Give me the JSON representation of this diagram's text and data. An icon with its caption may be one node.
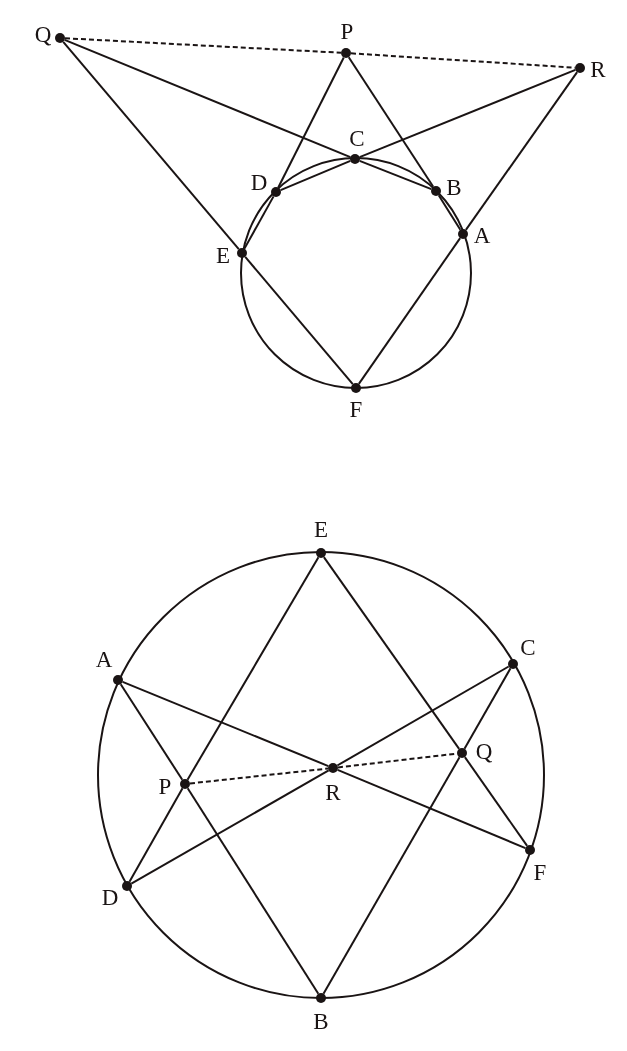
{
  "diagram": {
    "nodes": [
      {
        "text": [
          "Q"
        ]
      },
      {
        "text": [
          "P"
        ]
      },
      {
        "text": [
          "R"
        ]
      },
      {
        "text": [
          "C"
        ]
      },
      {
        "text": [
          "D"
        ]
      },
      {
        "text": [
          "B"
        ]
      },
      {
        "text": [
          "E"
        ]
      },
      {
        "text": [
          "A"
        ]
      },
      {
        "text": [
          "F"
        ]
      },
      {
        "text": [
          "E"
        ]
      },
      {
        "text": [
          "A"
        ]
      },
      {
        "text": [
          "C"
        ]
      },
      {
        "text": [
          "P"
        ]
      },
      {
        "text": [
          "R"
        ]
      },
      {
        "text": [
          "Q"
        ]
      },
      {
        "text": [
          "D"
        ]
      },
      {
        "text": [
          "F"
        ]
      },
      {
        "text": [
          "B"
        ]
      }
    ],
    "edges": [
      {
        "from": 0,
        "to": 1,
        "arrow": "none",
        "style": "dashed"
      },
      {
        "from": 1,
        "to": 2,
        "arrow": "none",
        "style": "dashed"
      },
      {
        "from": 0,
        "to": 3,
        "arrow": "none"
      },
      {
        "from": 3,
        "to": 5,
        "arrow": "none"
      },
      {
        "from": 1,
        "to": 4,
        "arrow": "none"
      },
      {
        "from": 4,
        "to": 6,
        "arrow": "none"
      },
      {
        "from": 1,
        "to": 5,
        "arrow": "none"
      },
      {
        "from": 5,
        "to": 7,
        "arrow": "none"
      },
      {
        "from": 2,
        "to": 3,
        "arrow": "none"
      },
      {
        "from": 3,
        "to": 4,
        "arrow": "none"
      },
      {
        "from": 2,
        "to": 7,
        "arrow": "none"
      },
      {
        "from": 7,
        "to": 8,
        "arrow": "none"
      },
      {
        "from": 0,
        "to": 6,
        "arrow": "none"
      },
      {
        "from": 6,
        "to": 8,
        "arrow": "none"
      },
      {
        "from": 9,
        "to": 12,
        "arrow": "none"
      },
      {
        "from": 12,
        "to": 15,
        "arrow": "none"
      },
      {
        "from": 9,
        "to": 14,
        "arrow": "none"
      },
      {
        "from": 14,
        "to": 16,
        "arrow": "none"
      },
      {
        "from": 10,
        "to": 13,
        "arrow": "none"
      },
      {
        "from": 13,
        "to": 16,
        "arrow": "none"
      },
      {
        "from": 10,
        "to": 12,
        "arrow": "none"
      },
      {
        "from": 12,
        "to": 17,
        "arrow": "none"
      },
      {
        "from": 11,
        "to": 13,
        "arrow": "none"
      },
      {
        "from": 13,
        "to": 15,
        "arrow": "none"
      },
      {
        "from": 11,
        "to": 14,
        "arrow": "none"
      },
      {
        "from": 14,
        "to": 17,
        "arrow": "none"
      },
      {
        "from": 12,
        "to": 13,
        "arrow": "none",
        "style": "dashed"
      },
      {
        "from": 13,
        "to": 14,
        "arrow": "none",
        "style": "dashed"
      }
    ]
  }
}
